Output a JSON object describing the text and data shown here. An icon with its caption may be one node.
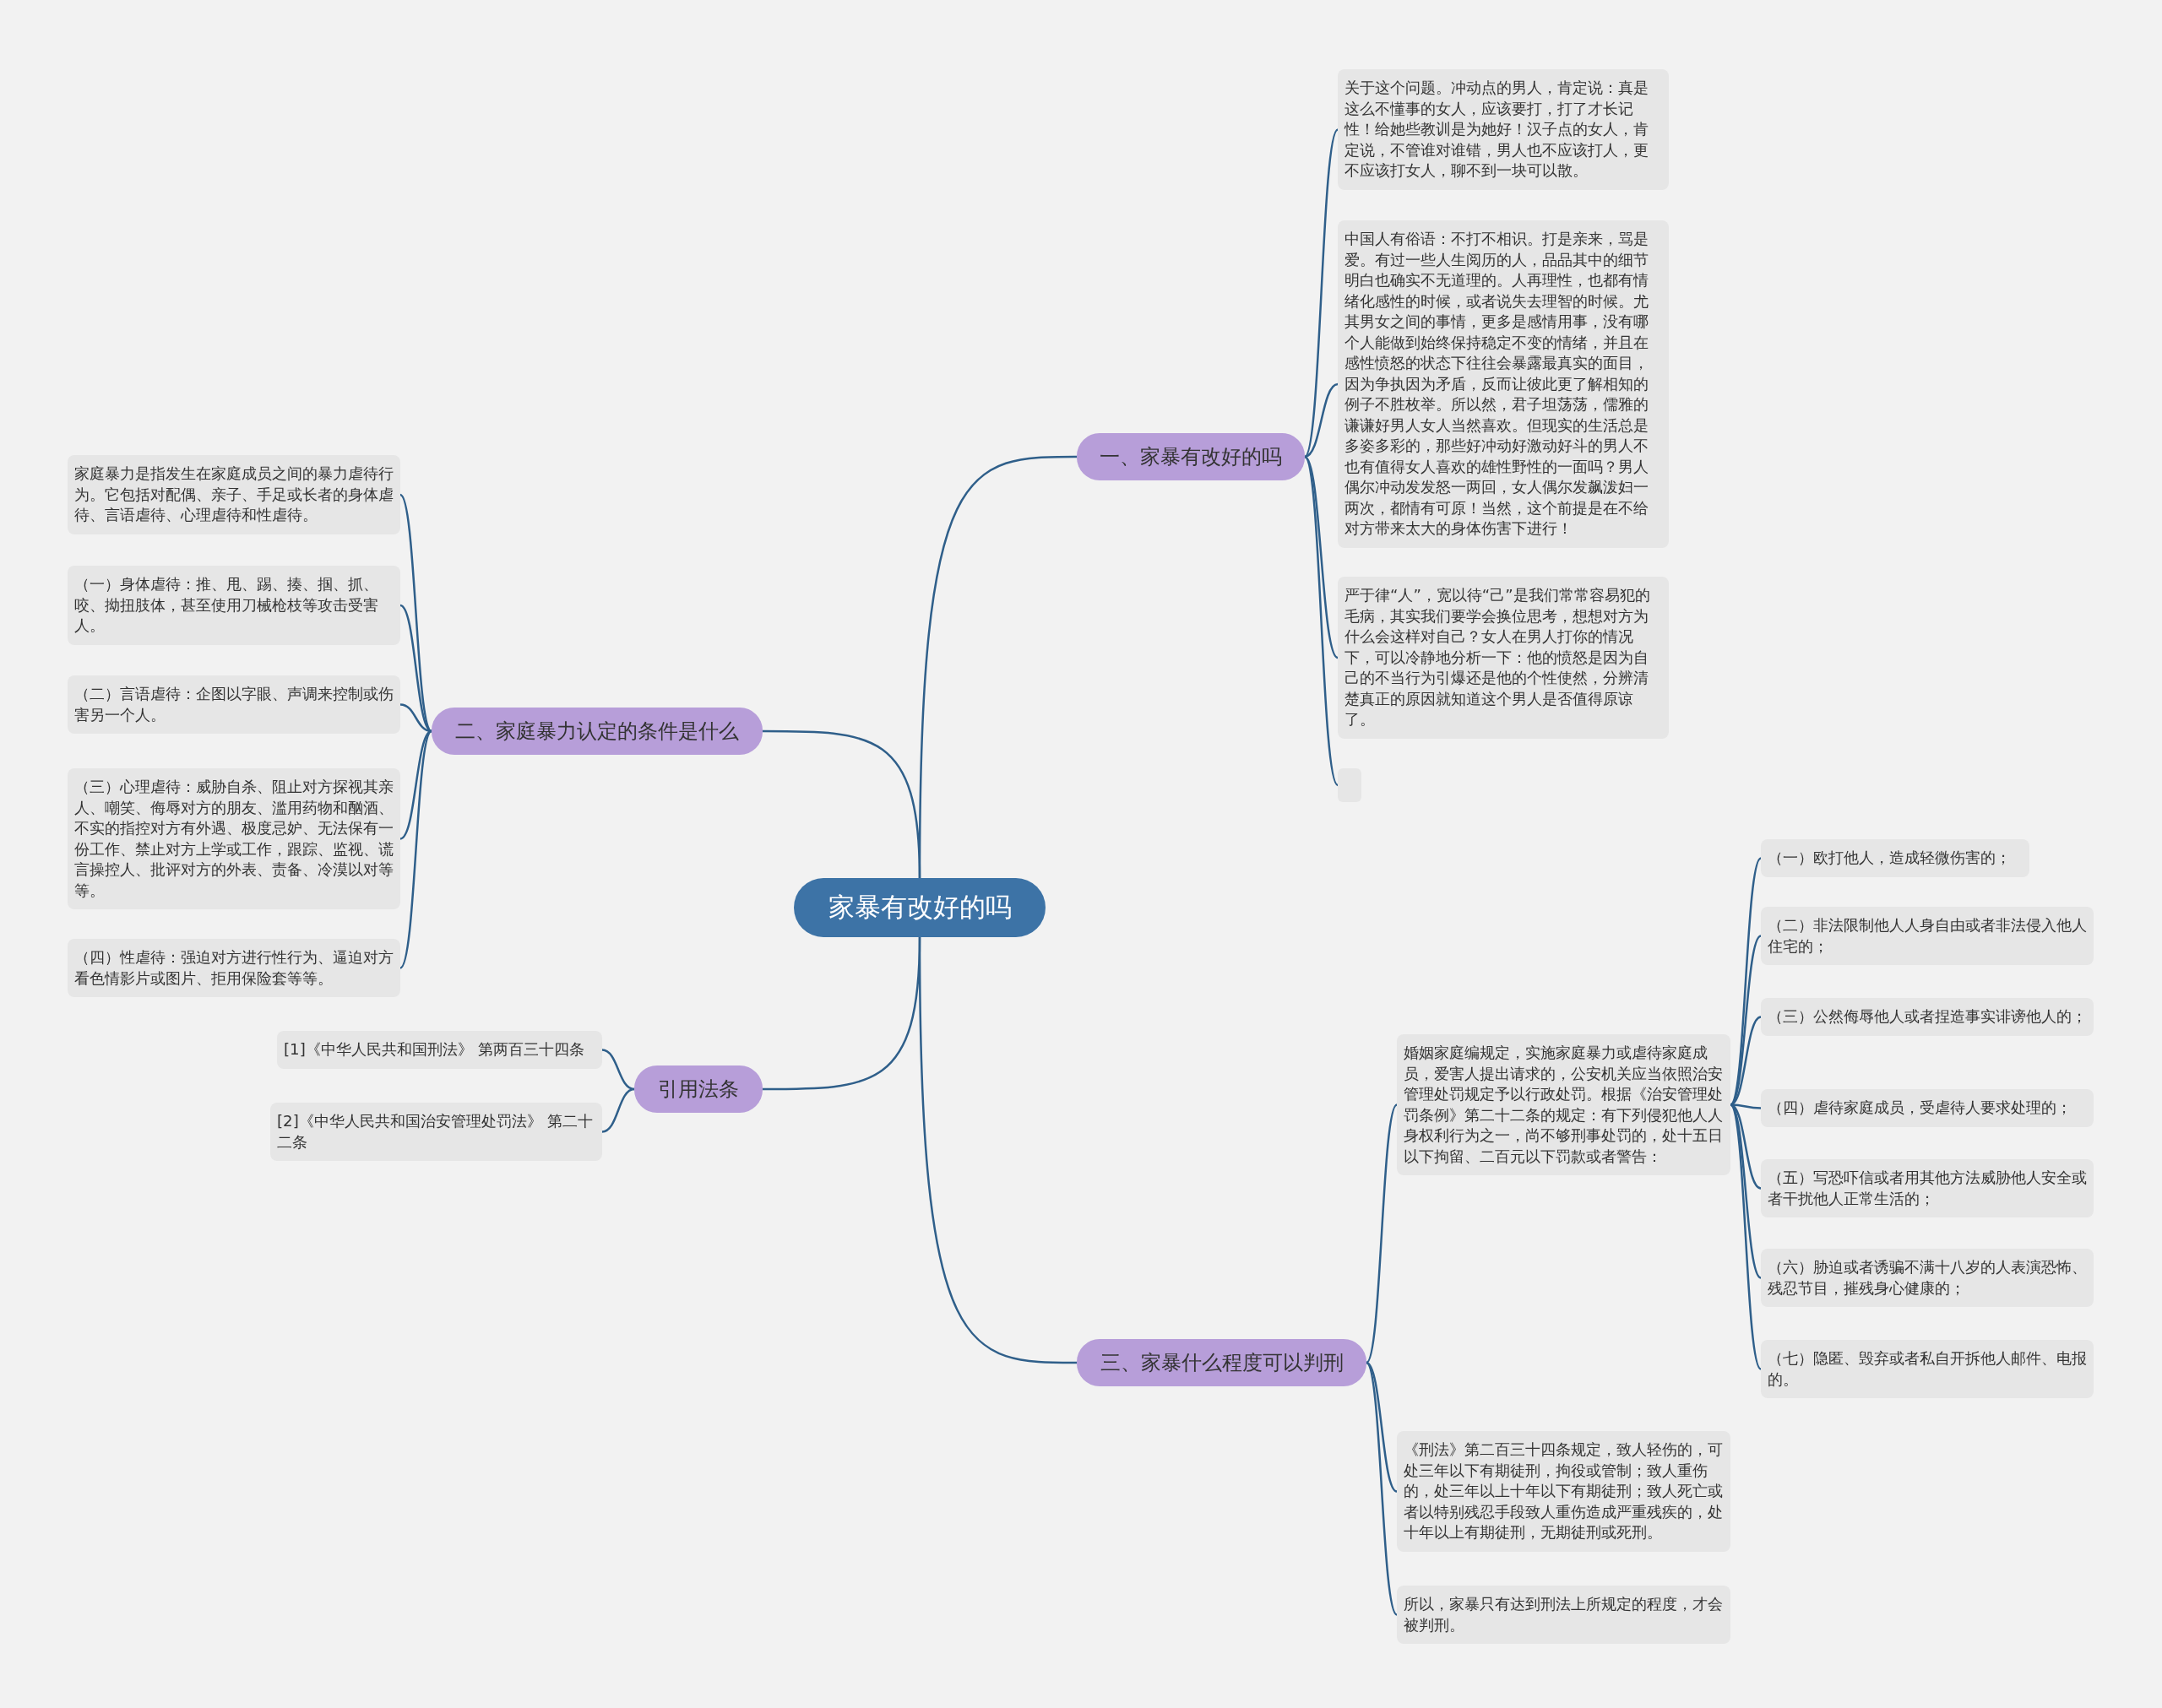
{
  "diagram": {
    "nodes": [
      {
        "text": [
          "家暴有改好的吗"
        ]
      },
      {
        "text": [
          "一、家暴有改好的吗"
        ]
      },
      {
        "text": [
          "关于这个问题。冲动点的男人，肯定说：真是这么不懂事的女人，应该要打，打了才长记性！给她些教训是为她好！汉子点的女人，肯定说，不管谁对谁错，男人也不应该打人，更不应该打女人，聊不到一块可以散。"
        ]
      },
      {
        "text": [
          "中国人有俗语：不打不相识。打是亲来，骂是爱。有过一些人生阅历的人，品品其中的细节明白也确实不无道理的。人再理性，也都有情绪化感性的时候，或者说失去理智的时候。尤其男女之间的事情，更多是感情用事，没有哪个人能做到始终保持稳定不变的情绪，并且在感性愤怒的状态下往往会暴露最真实的面目，因为争执因为矛盾，反而让彼此更了解相知的例子不胜枚举。所以然，君子坦荡荡，儒雅的谦谦好男人女人当然喜欢。但现实的生活总是多姿多彩的，那些好冲动好激动好斗的男人不也有值得女人喜欢的雄性野性的一面吗？男人偶尔冲动发发怒一两回，女人偶尔发飙泼妇一两次，都情有可原！当然，这个前提是在不给对方带来太大的身体伤害下进行！"
        ]
      },
      {
        "text": [
          "严于律“人”，宽以待“己”是我们常常容易犯的毛病，其实我们要学会换位思考，想想对方为什么会这样对自己？女人在男人打你的情况下，可以冷静地分析一下：他的愤怒是因为自己的不当行为引爆还是他的个性使然，分辨清楚真正的原因就知道这个男人是否值得原谅了。"
        ]
      },
      {
        "text": [],
        "shape": "box"
      },
      {
        "text": [
          "二、家庭暴力认定的条件是什么"
        ]
      },
      {
        "text": [
          "家庭暴力是指发生在家庭成员之间的暴力虐待行为。它包括对配偶、亲子、手足或长者的身体虐待、言语虐待、心理虐待和性虐待。"
        ]
      },
      {
        "text": [
          "（一）身体虐待：推、甩、踢、揍、掴、抓、咬、拗扭肢体，甚至使用刀械枪枝等攻击受害人。"
        ]
      },
      {
        "text": [
          "（二）言语虐待：企图以字眼、声调来控制或伤害另一个人。"
        ]
      },
      {
        "text": [
          "（三）心理虐待：威胁自杀、阻止对方探视其亲人、嘲笑、侮辱对方的朋友、滥用药物和酗酒、不实的指控对方有外遇、极度忌妒、无法保有一份工作、禁止对方上学或工作，跟踪、监视、谎言操控人、批评对方的外表、责备、冷漠以对等等。"
        ]
      },
      {
        "text": [
          "（四）性虐待：强迫对方进行性行为、逼迫对方看色情影片或图片、拒用保险套等等。"
        ]
      },
      {
        "text": [
          "引用法条"
        ]
      },
      {
        "text": [
          "[1]《中华人民共和国刑法》 第两百三十四条"
        ]
      },
      {
        "text": [
          "[2]《中华人民共和国治安管理处罚法》 第二十二条"
        ]
      },
      {
        "text": [
          "三、家暴什么程度可以判刑"
        ]
      },
      {
        "text": [
          "婚姻家庭编规定，实施家庭暴力或虐待家庭成员，爱害人提出请求的，公安机关应当依照治安管理处罚规定予以行政处罚。根据《治安管理处罚条例》第二十二条的规定：有下列侵犯他人人身权利行为之一，尚不够刑事处罚的，处十五日以下拘留、二百元以下罚款或者警告："
        ]
      },
      {
        "text": [
          "（一）欧打他人，造成轻微伤害的；"
        ]
      },
      {
        "text": [
          "（二）非法限制他人人身自由或者非法侵入他人住宅的；"
        ]
      },
      {
        "text": [
          "（三）公然侮辱他人或者捏造事实诽谤他人的；"
        ]
      },
      {
        "text": [
          "（四）虐待家庭成员，受虐待人要求处理的；"
        ]
      },
      {
        "text": [
          "（五）写恐吓信或者用其他方法威胁他人安全或者干扰他人正常生活的；"
        ]
      },
      {
        "text": [
          "（六）胁迫或者诱骗不满十八岁的人表演恐怖、残忍节目，摧残身心健康的；"
        ]
      },
      {
        "text": [
          "（七）隐匿、毁弃或者私自开拆他人邮件、电报的。"
        ]
      },
      {
        "text": [
          "《刑法》第二百三十四条规定，致人轻伤的，可处三年以下有期徒刑，拘役或管制；致人重伤的，处三年以上十年以下有期徒刑；致人死亡或者以特别残忍手段致人重伤造成严重残疾的，处十年以上有期徒刑，无期徒刑或死刑。"
        ]
      },
      {
        "text": [
          "所以，家暴只有达到刑法上所规定的程度，才会被判刑。"
        ]
      }
    ],
    "edges": [
      {
        "from": 0,
        "to": 1,
        "arrow": "none"
      },
      {
        "from": 1,
        "to": 2,
        "arrow": "none"
      },
      {
        "from": 1,
        "to": 3,
        "arrow": "none"
      },
      {
        "from": 1,
        "to": 4,
        "arrow": "none"
      },
      {
        "from": 1,
        "to": 5,
        "arrow": "none"
      },
      {
        "from": 0,
        "to": 6,
        "arrow": "none"
      },
      {
        "from": 6,
        "to": 7,
        "arrow": "none"
      },
      {
        "from": 6,
        "to": 8,
        "arrow": "none"
      },
      {
        "from": 6,
        "to": 9,
        "arrow": "none"
      },
      {
        "from": 6,
        "to": 10,
        "arrow": "none"
      },
      {
        "from": 6,
        "to": 11,
        "arrow": "none"
      },
      {
        "from": 0,
        "to": 12,
        "arrow": "none"
      },
      {
        "from": 12,
        "to": 13,
        "arrow": "none"
      },
      {
        "from": 12,
        "to": 14,
        "arrow": "none"
      },
      {
        "from": 0,
        "to": 15,
        "arrow": "none"
      },
      {
        "from": 15,
        "to": 16,
        "arrow": "none"
      },
      {
        "from": 16,
        "to": 17,
        "arrow": "none"
      },
      {
        "from": 16,
        "to": 18,
        "arrow": "none"
      },
      {
        "from": 16,
        "to": 19,
        "arrow": "none"
      },
      {
        "from": 16,
        "to": 20,
        "arrow": "none"
      },
      {
        "from": 16,
        "to": 21,
        "arrow": "none"
      },
      {
        "from": 16,
        "to": 22,
        "arrow": "none"
      },
      {
        "from": 16,
        "to": 23,
        "arrow": "none"
      },
      {
        "from": 15,
        "to": 24,
        "arrow": "none"
      },
      {
        "from": 15,
        "to": 25,
        "arrow": "none"
      }
    ]
  }
}
